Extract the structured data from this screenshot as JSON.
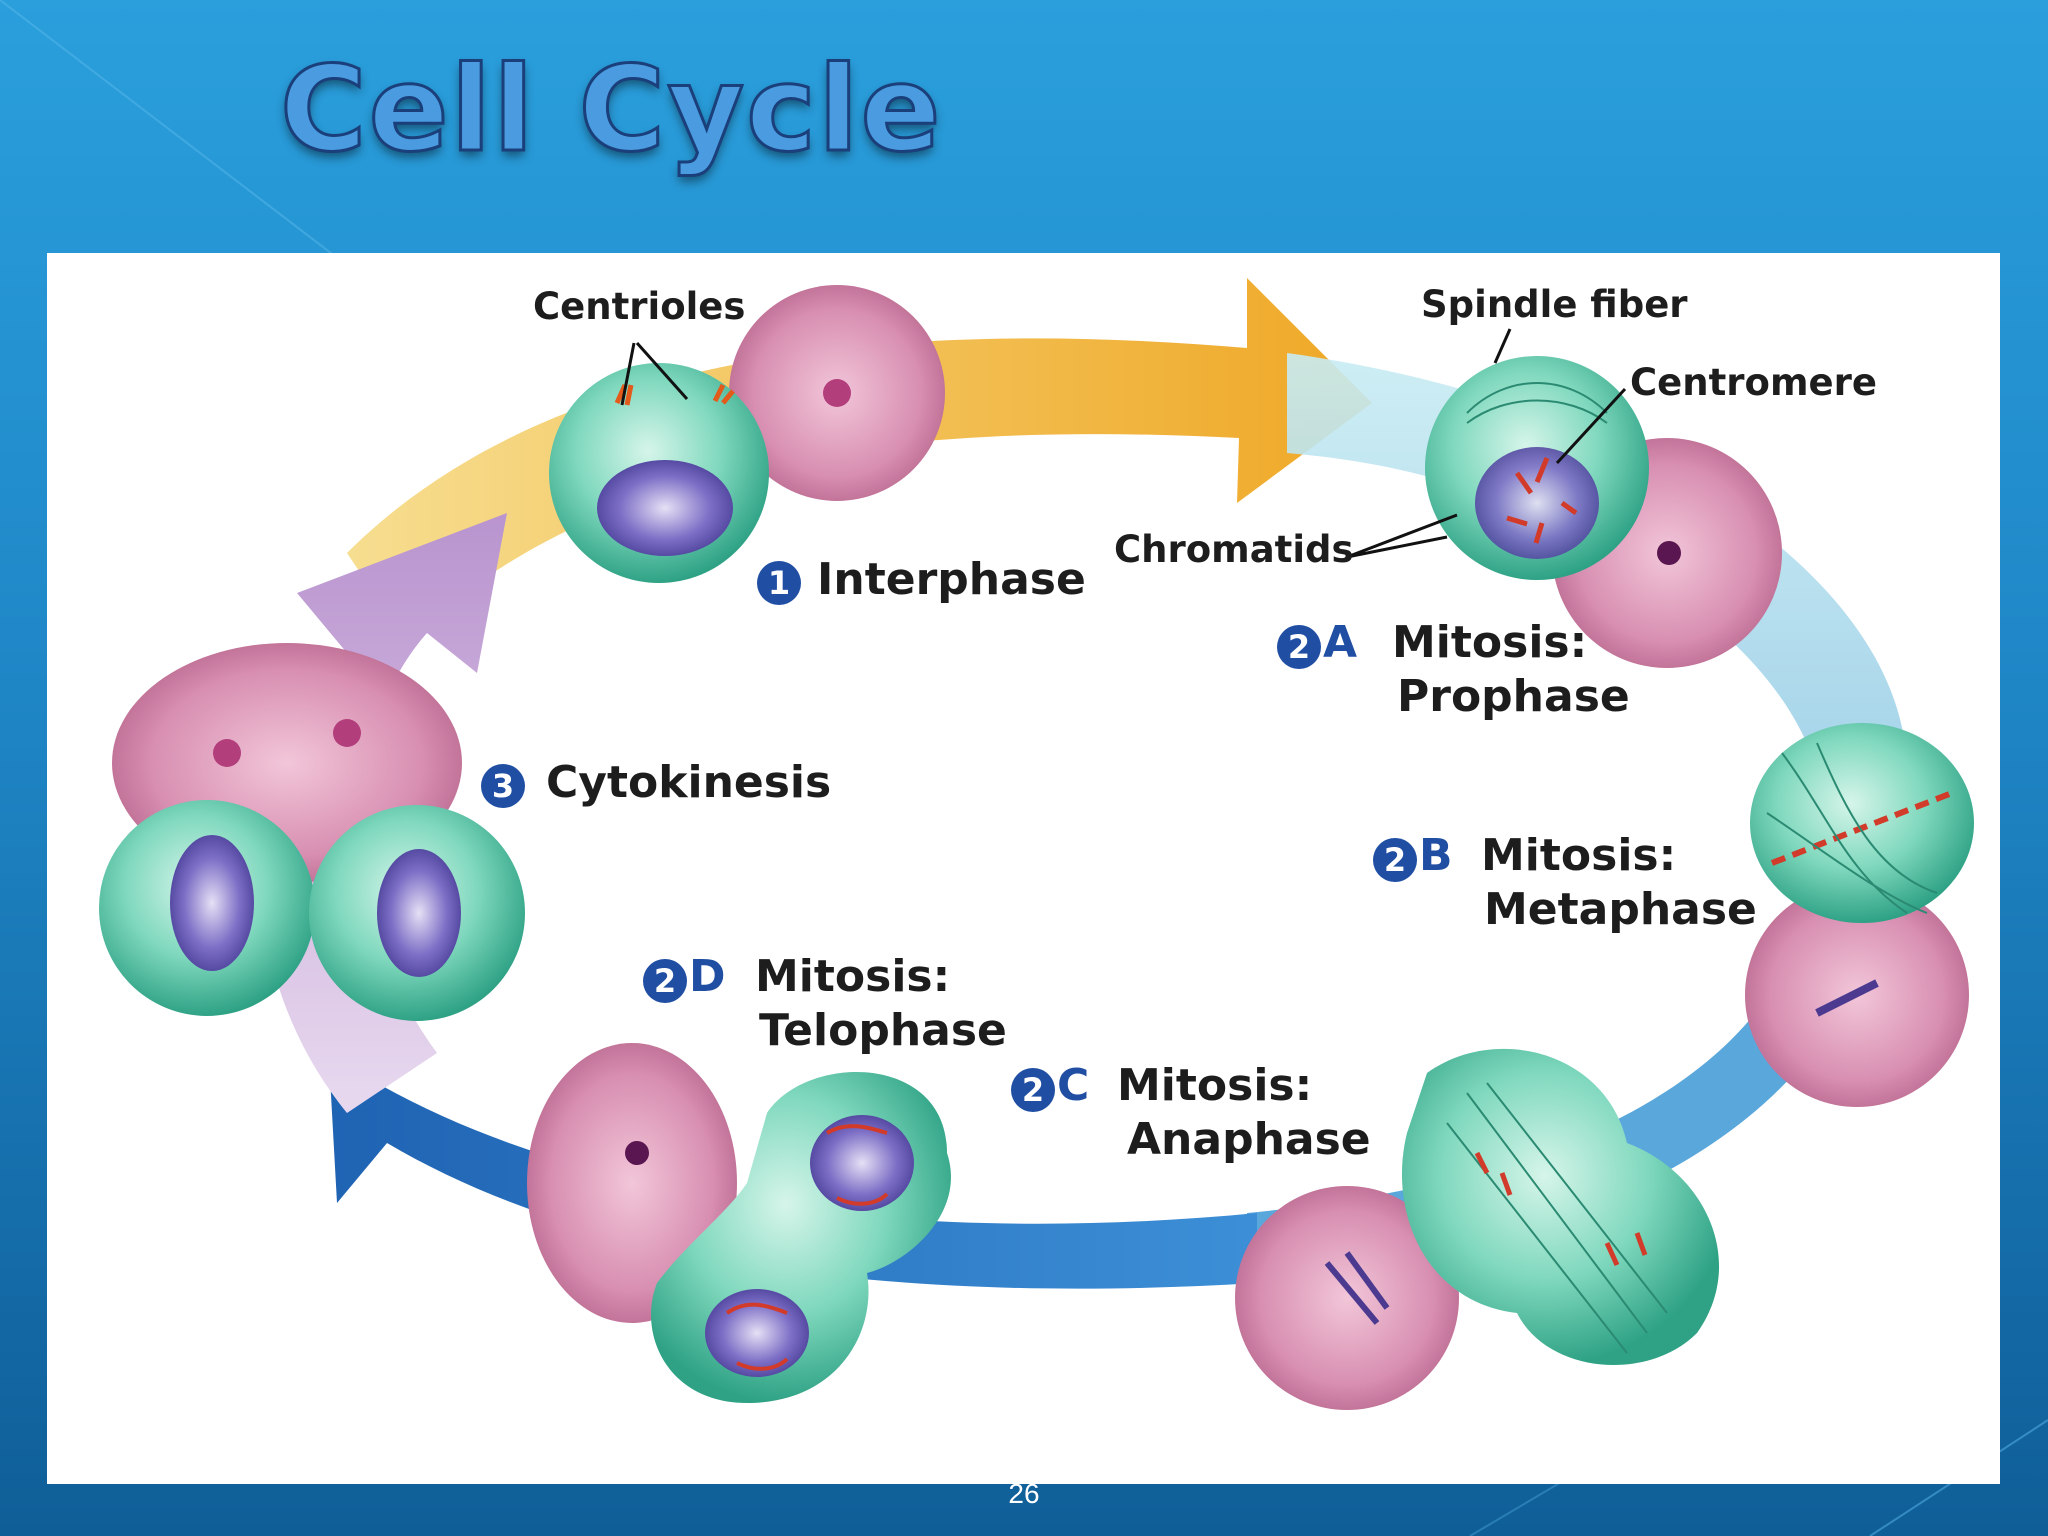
{
  "slide": {
    "title": "Cell Cycle",
    "page_number": "26"
  },
  "diagram": {
    "annotations": {
      "centrioles": "Centrioles",
      "spindle_fiber": "Spindle fiber",
      "centromere": "Centromere",
      "chromatids": "Chromatids"
    },
    "phases": [
      {
        "number": "1",
        "sub": "",
        "lines": [
          "Interphase"
        ]
      },
      {
        "number": "2",
        "sub": "A",
        "lines": [
          "Mitosis:",
          "Prophase"
        ]
      },
      {
        "number": "2",
        "sub": "B",
        "lines": [
          "Mitosis:",
          "Metaphase"
        ]
      },
      {
        "number": "2",
        "sub": "C",
        "lines": [
          "Mitosis:",
          "Anaphase"
        ]
      },
      {
        "number": "2",
        "sub": "D",
        "lines": [
          "Mitosis:",
          "Telophase"
        ]
      },
      {
        "number": "3",
        "sub": "",
        "lines": [
          "Cytokinesis"
        ]
      }
    ],
    "colors": {
      "interphase_arrow": "#f2b21b",
      "prophase_arrow": "#a9dbe6",
      "anaphase_arrow": "#2a77c4",
      "cytokinesis_arrow": "#c9a9d6",
      "cell_fill": "#5cc8a8",
      "micrograph": "#d993b4",
      "badge": "#1f4ea3"
    }
  }
}
